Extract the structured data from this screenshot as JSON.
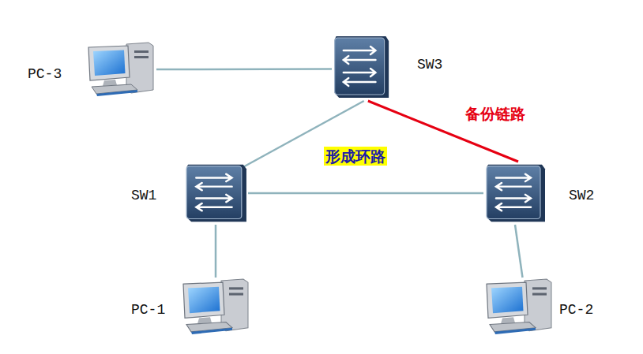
{
  "diagram": {
    "nodes": [
      {
        "text": [
          "PC-3"
        ]
      },
      {
        "text": [
          "SW3"
        ]
      },
      {
        "text": [
          "SW1"
        ]
      },
      {
        "text": [
          "SW2"
        ]
      },
      {
        "text": [
          "PC-1"
        ]
      },
      {
        "text": [
          "PC-2"
        ]
      }
    ],
    "edges": [
      {
        "from": 0,
        "to": 1,
        "arrow": "none"
      },
      {
        "from": 1,
        "to": 2,
        "arrow": "none"
      },
      {
        "from": 1,
        "to": 3,
        "label": "备份链路",
        "arrow": "none"
      },
      {
        "from": 2,
        "to": 3,
        "arrow": "none"
      },
      {
        "from": 2,
        "to": 4,
        "arrow": "none"
      },
      {
        "from": 3,
        "to": 5,
        "arrow": "none"
      }
    ],
    "labels": [
      "形成环路"
    ]
  }
}
